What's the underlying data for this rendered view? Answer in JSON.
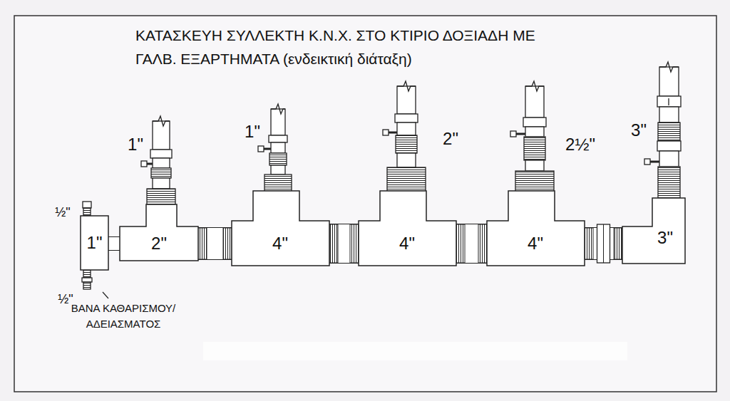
{
  "diagram": {
    "title": "ΚΑΤΑΣΚΕΥΗ ΣΥΛΛΕΚΤΗ Κ.Ν.Χ. ΣΤΟ ΚΤΙΡΙΟ ΔΟΞΙΑΔΗ ΜΕ ΓΑΛΒ. ΕΞΑΡΤΗΜΑΤΑ (ενδεικτική διάταξη)",
    "nodes": [
      {
        "text": [
          "1\""
        ]
      },
      {
        "text": [
          "2\""
        ]
      },
      {
        "text": [
          "4\""
        ]
      },
      {
        "text": [
          "4\""
        ]
      },
      {
        "text": [
          "4\""
        ]
      },
      {
        "text": [
          "3\""
        ]
      }
    ],
    "edges": [
      {
        "from": 0,
        "to": 1,
        "arrow": "none"
      },
      {
        "from": 1,
        "to": 2,
        "arrow": "none"
      },
      {
        "from": 2,
        "to": 3,
        "arrow": "none"
      },
      {
        "from": 3,
        "to": 4,
        "arrow": "none"
      },
      {
        "from": 4,
        "to": 5,
        "arrow": "none"
      }
    ],
    "labels": [
      "½\"",
      "1\"",
      "1\"",
      "2\"",
      "2½\"",
      "3\"",
      "½\"",
      "ΒΑΝΑ ΚΑΘΑΡΙΣΜΟΥ/ΑΔΕΙΑΣΜΑΤΟΣ"
    ]
  }
}
